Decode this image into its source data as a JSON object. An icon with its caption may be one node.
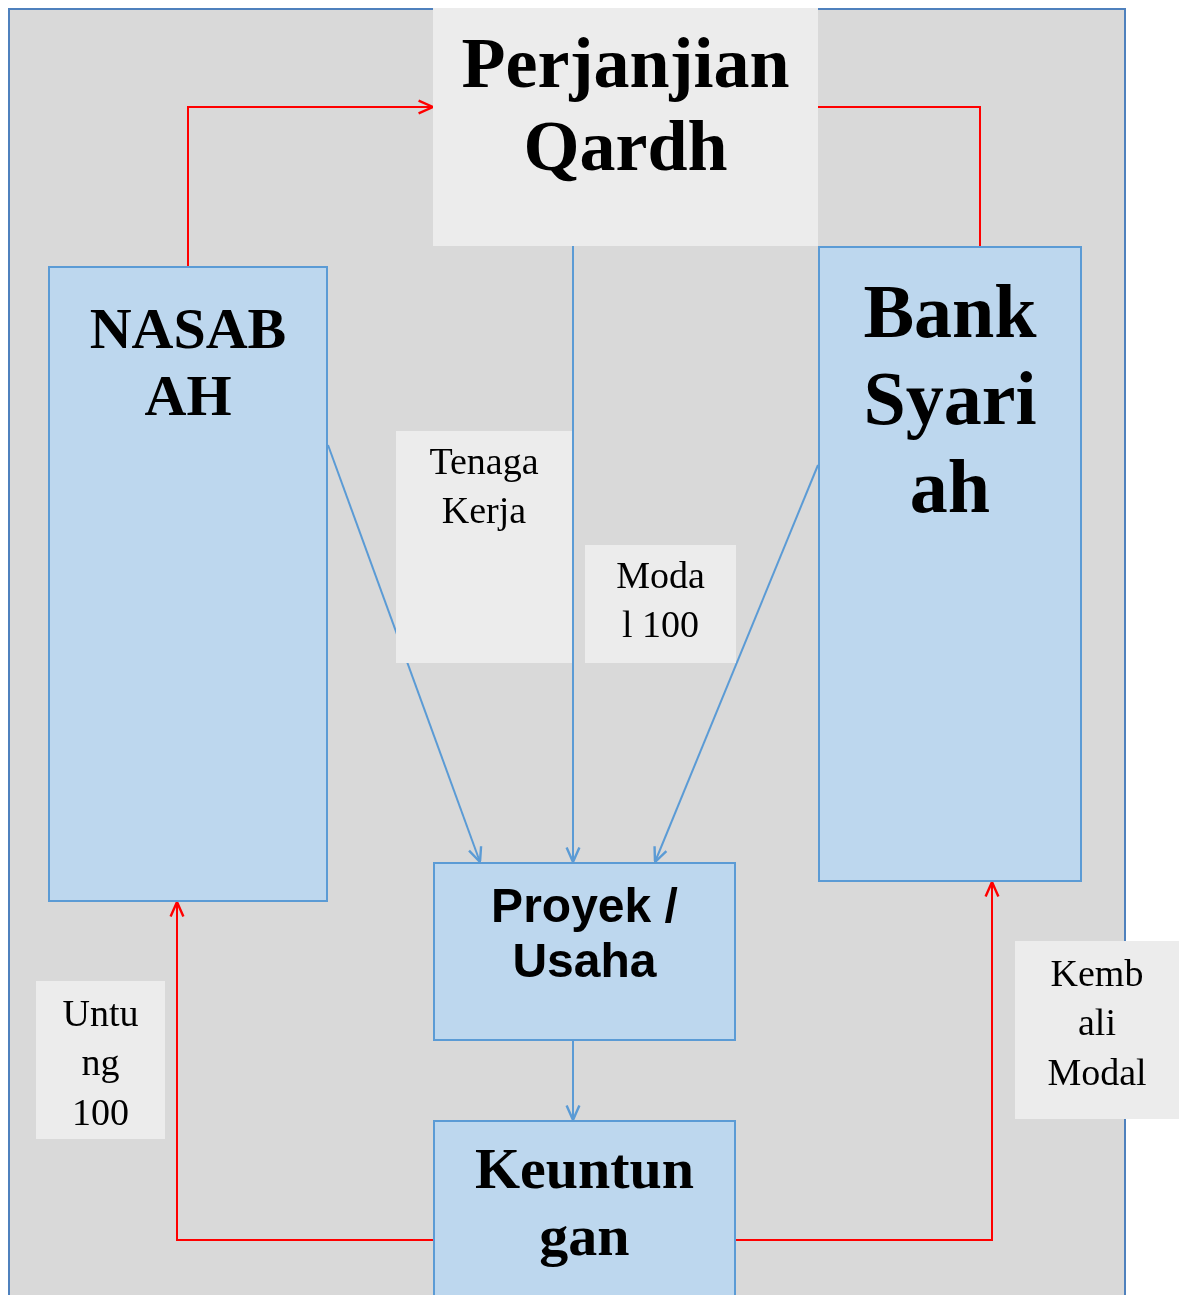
{
  "diagram": {
    "nodes": [
      {
        "text": [
          "Perjanjian Qardh"
        ]
      },
      {
        "text": [
          "NASAB AH"
        ]
      },
      {
        "text": [
          "Bank Syari ah"
        ]
      },
      {
        "text": [
          "Proyek / Usaha"
        ]
      },
      {
        "text": [
          "Keuntun gan"
        ]
      }
    ],
    "edges": [
      {
        "from": 1,
        "to": 0,
        "arrow": "to",
        "color": "#ff0000"
      },
      {
        "from": 2,
        "to": 0,
        "arrow": "none",
        "color": "#ff0000"
      },
      {
        "from": 0,
        "to": 3,
        "arrow": "to",
        "color": "#5b9bd5"
      },
      {
        "from": 1,
        "to": 3,
        "arrow": "to",
        "label": "Tenaga Kerja",
        "color": "#5b9bd5"
      },
      {
        "from": 2,
        "to": 3,
        "arrow": "to",
        "label": "Moda l 100",
        "color": "#5b9bd5"
      },
      {
        "from": 3,
        "to": 4,
        "arrow": "to",
        "color": "#5b9bd5"
      },
      {
        "from": 4,
        "to": 1,
        "arrow": "to",
        "label": "Untu ng 100",
        "color": "#ff0000"
      },
      {
        "from": 4,
        "to": 2,
        "arrow": "to",
        "label": "Kemb ali Modal",
        "color": "#ff0000"
      }
    ]
  }
}
